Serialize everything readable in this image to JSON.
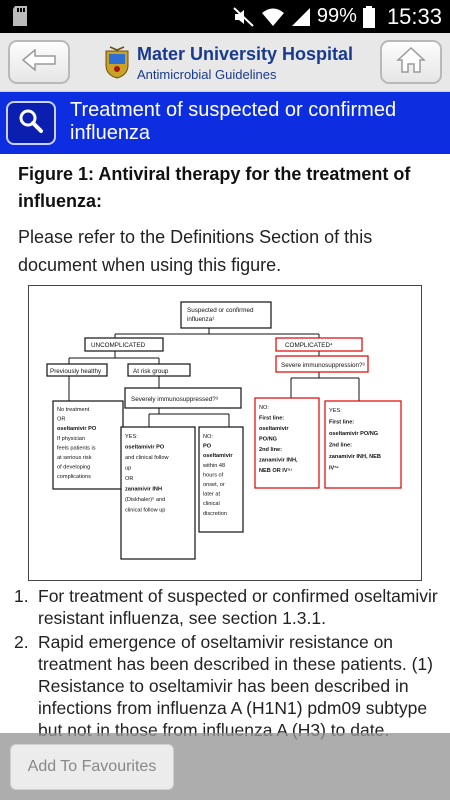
{
  "status_bar": {
    "battery": "99%",
    "time": "15:33",
    "icons": [
      "sd-card-icon",
      "mute-icon",
      "wifi-icon",
      "signal-icon",
      "battery-icon"
    ]
  },
  "header": {
    "title": "Mater University Hospital",
    "subtitle": "Antimicrobial Guidelines",
    "back_icon": "arrow-left-icon",
    "home_icon": "home-icon"
  },
  "titlebar": {
    "title": "Treatment of suspected or confirmed influenza",
    "search_icon": "search-icon"
  },
  "content": {
    "figure_heading": "Figure 1: Antiviral therapy for the treatment of influenza:",
    "intro": "Please refer to the Definitions Section of this document when using this figure.",
    "flowchart": {
      "top": [
        "Suspected or confirmed",
        "influenza¹"
      ],
      "uncomplicated": "UNCOMPLICATED",
      "complicated": "COMPLICATED⁴",
      "previously_healthy": "Previously healthy",
      "at_risk": "At risk group",
      "severely_immuno": "Severely immunosuppressed?³",
      "severe_immuno_right": "Severe immunosuppression?³",
      "healthy_box": [
        "No treatment",
        "OR",
        "oseltamivir PO",
        "If physician",
        "feels patients is",
        "at serious risk",
        "of developing",
        "complications"
      ],
      "yes_box": [
        "YES:",
        "oseltamivir PO",
        "and clinical follow",
        "up",
        "OR",
        "zanamivir INH",
        "(Diskhaler)⁵ and",
        "clinical follow up"
      ],
      "no_box": [
        "NO:",
        "PO",
        "oseltamivir",
        "within 48",
        "hours of",
        "onset, or",
        "later at",
        "clinical",
        "discretion"
      ],
      "complicated_no": [
        "NO:",
        "First line:",
        "oseltamivir",
        "PO/NG",
        "2nd line:",
        "zanamivir INH,",
        "NEB OR IV⁵ʴ"
      ],
      "complicated_yes": [
        "YES:",
        "First line:",
        "oseltamivir PO/NG",
        "2nd line:",
        "zanamivir INH, NEB",
        "IV⁵ʴ"
      ]
    },
    "footnotes": [
      {
        "num": "1.",
        "text": "For treatment of suspected or confirmed oseltamivir resistant influenza, see section 1.3.1."
      },
      {
        "num": "2.",
        "text": "Rapid emergence of oseltamivir resistance on treatment has been described in these patients. (1) Resistance to oseltamivir has been described in infections from influenza A (H1N1) pdm09 subtype but not in those from influenza A (H3) to date."
      }
    ]
  },
  "bottom": {
    "fav_label": "Add To Favourites"
  },
  "colors": {
    "title_bar": "#0d2ee0",
    "brand_text": "#1a3a8f",
    "complicated_border": "#e00000"
  }
}
